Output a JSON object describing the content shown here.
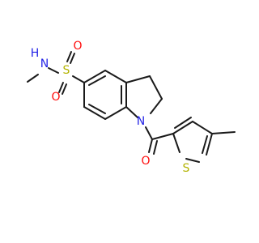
{
  "molecule": {
    "atoms": {
      "n_amide": "N",
      "h_amide": "H",
      "s_sulfonyl": "S",
      "o_sulfonyl_top": "O",
      "o_sulfonyl_bottom": "O",
      "n_indoline": "N",
      "o_carbonyl": "O",
      "s_thiophene": "S"
    },
    "colors": {
      "carbon": "#1a1a1a",
      "nitrogen": "#2323e6",
      "oxygen": "#ff0d0d",
      "sulfur": "#b3b300"
    }
  }
}
